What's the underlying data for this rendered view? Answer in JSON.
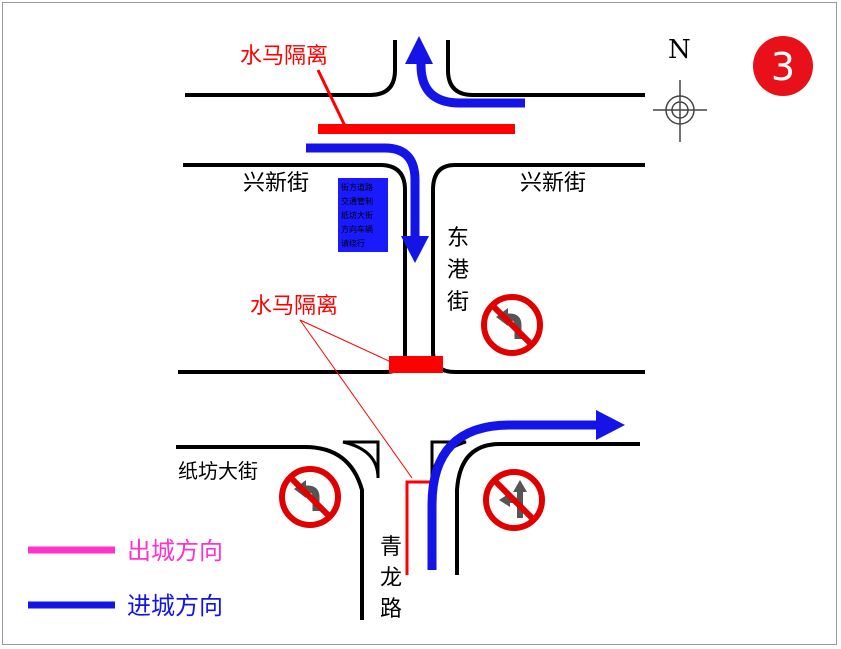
{
  "badge": {
    "number": "3",
    "color": "#e8111a"
  },
  "compass": {
    "north": "N"
  },
  "streets": {
    "xinxin_left": "兴新街",
    "xinxin_right": "兴新街",
    "donggang": [
      "东",
      "港",
      "街"
    ],
    "zhifang": "纸坊大街",
    "qinglong": [
      "青",
      "龙",
      "路"
    ]
  },
  "barriers": {
    "top_label": "水马隔离",
    "mid_label": "水马隔离",
    "color": "#ff0000"
  },
  "notice": {
    "lines": [
      "街方道路",
      "交通管制",
      "纸坊大街",
      "方向车辆",
      "请绕行"
    ],
    "bg": "#1a1aff"
  },
  "legend": [
    {
      "label": "出城方向",
      "color": "#ff33cc"
    },
    {
      "label": "进城方向",
      "color": "#1414e6"
    }
  ],
  "signs": [
    {
      "name": "no-left-turn-sign",
      "kind": "no-left-turn"
    },
    {
      "name": "no-left-turn-sign-2",
      "kind": "no-left-turn"
    },
    {
      "name": "no-left-turn-straight-sign",
      "kind": "no-left-straight"
    }
  ],
  "colors": {
    "route_in": "#1414e6",
    "route_out": "#ff0000",
    "road": "#000000"
  }
}
